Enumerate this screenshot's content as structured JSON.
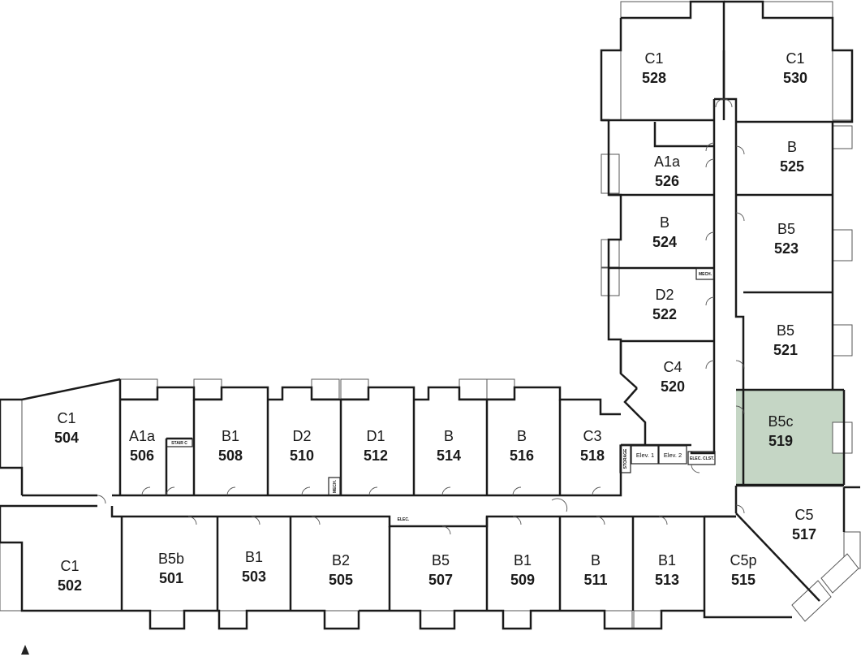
{
  "floor_plan": {
    "highlight_color": "#c5d6c5",
    "units": [
      {
        "type": "C1",
        "number": "528"
      },
      {
        "type": "C1",
        "number": "530"
      },
      {
        "type": "A1a",
        "number": "526"
      },
      {
        "type": "B",
        "number": "525"
      },
      {
        "type": "B",
        "number": "524"
      },
      {
        "type": "B5",
        "number": "523"
      },
      {
        "type": "D2",
        "number": "522"
      },
      {
        "type": "B5",
        "number": "521"
      },
      {
        "type": "C4",
        "number": "520"
      },
      {
        "type": "B5c",
        "number": "519",
        "highlighted": true
      },
      {
        "type": "C1",
        "number": "504"
      },
      {
        "type": "A1a",
        "number": "506"
      },
      {
        "type": "B1",
        "number": "508"
      },
      {
        "type": "D2",
        "number": "510"
      },
      {
        "type": "D1",
        "number": "512"
      },
      {
        "type": "B",
        "number": "514"
      },
      {
        "type": "B",
        "number": "516"
      },
      {
        "type": "C3",
        "number": "518"
      },
      {
        "type": "C5",
        "number": "517"
      },
      {
        "type": "C1",
        "number": "502"
      },
      {
        "type": "B5b",
        "number": "501"
      },
      {
        "type": "B1",
        "number": "503"
      },
      {
        "type": "B2",
        "number": "505"
      },
      {
        "type": "B5",
        "number": "507"
      },
      {
        "type": "B1",
        "number": "509"
      },
      {
        "type": "B",
        "number": "511"
      },
      {
        "type": "B1",
        "number": "513"
      },
      {
        "type": "C5p",
        "number": "515"
      }
    ],
    "service_labels": {
      "elev1": "Elev. 1",
      "elev2": "Elev. 2",
      "elec_clst": "ELEC. CLST.",
      "elec": "ELEC.",
      "mech_upper": "MECH.",
      "mech_lower": "MECH.",
      "stair_c": "STAIR C",
      "storage": "STORAGE"
    },
    "icons": [
      "north-arrow-icon"
    ]
  }
}
